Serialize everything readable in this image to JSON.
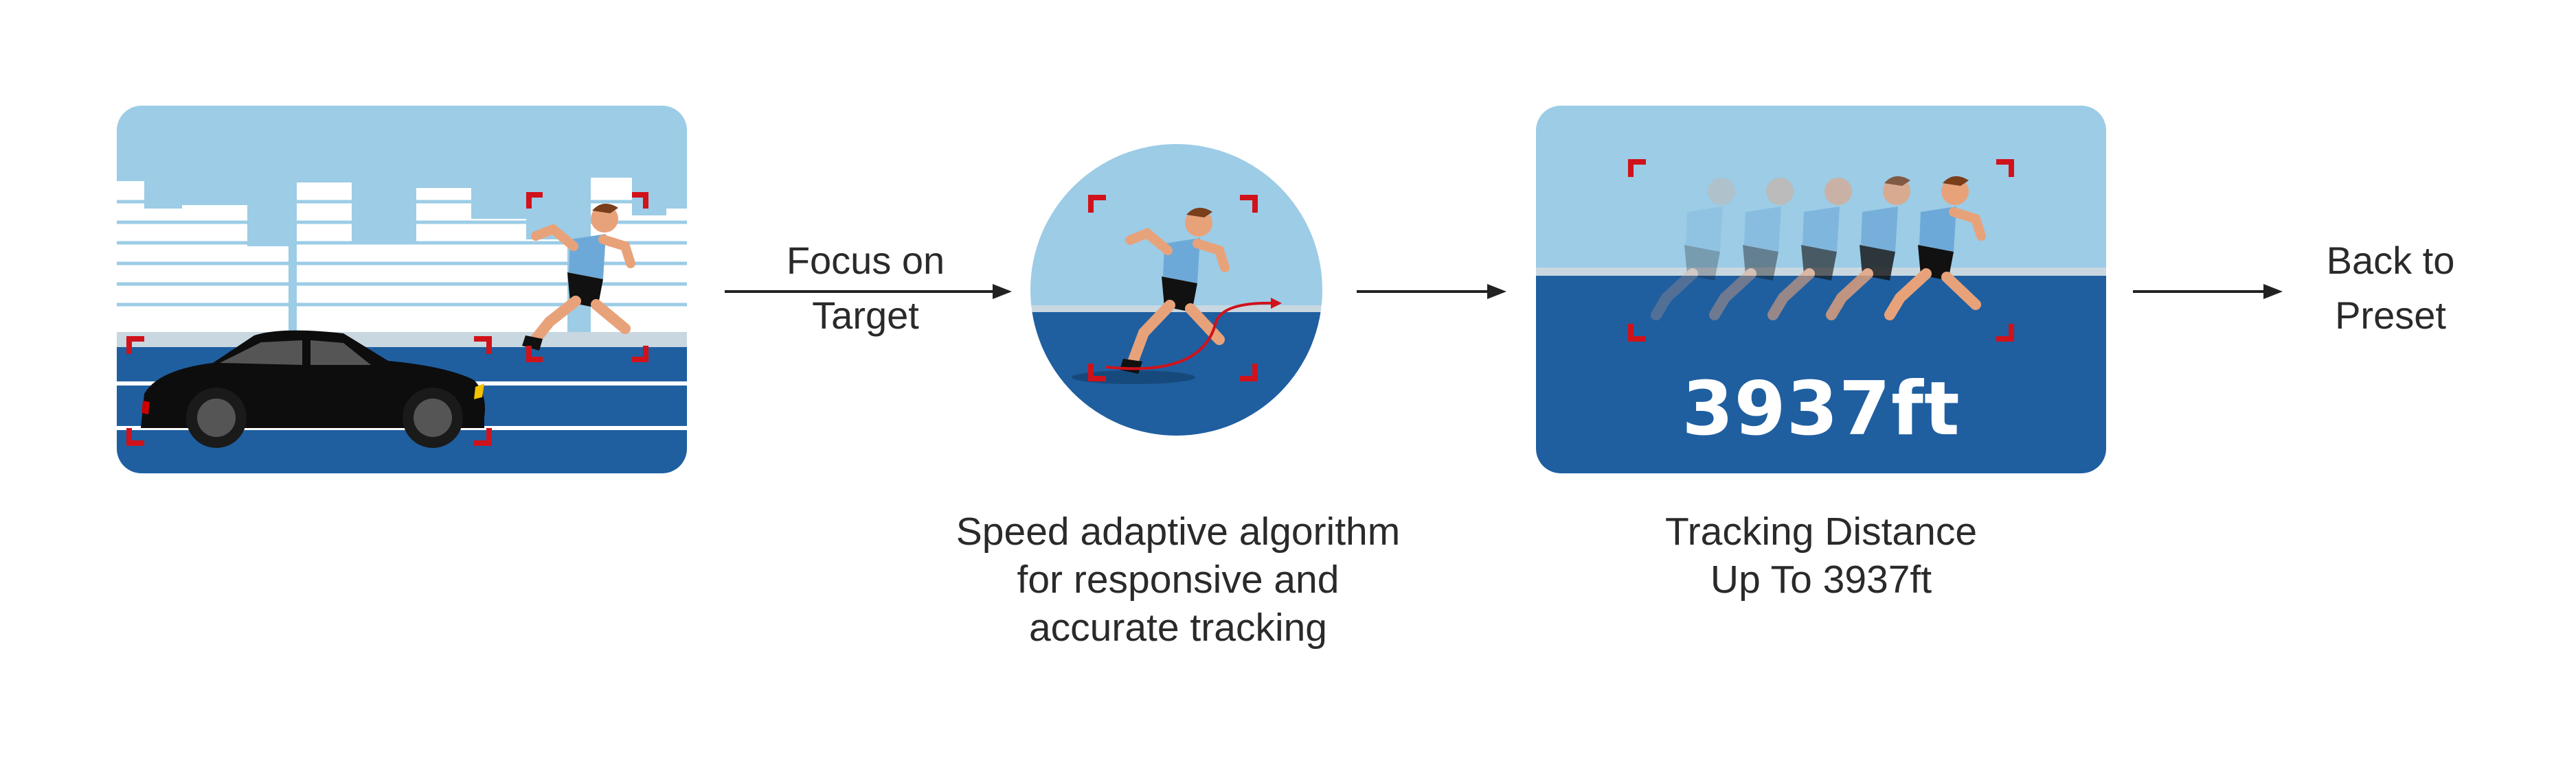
{
  "steps": [
    {
      "label": "Focus on\nTarget",
      "label_lines": [
        "Focus on",
        "Target"
      ]
    },
    {
      "caption_lines": [
        "Speed adaptive algorithm",
        "for responsive and",
        "accurate tracking"
      ]
    },
    {
      "caption_lines": [
        "Tracking Distance",
        "Up To 3937ft"
      ],
      "distance_text": "3937ft"
    },
    {
      "label_lines": [
        "Back to",
        "Preset"
      ]
    }
  ],
  "colors": {
    "sky": "#9ccce6",
    "ground": "#1f5fa0",
    "bracket": "#d0121b",
    "runner_shirt": "#6da9d8",
    "runner_shorts": "#111111",
    "skin": "#e8a27a",
    "hair": "#7a3e1b",
    "car": "#0d0d0d"
  },
  "icons": [
    "car-icon",
    "runner-icon",
    "focus-bracket-icon",
    "arrow-right-icon"
  ]
}
